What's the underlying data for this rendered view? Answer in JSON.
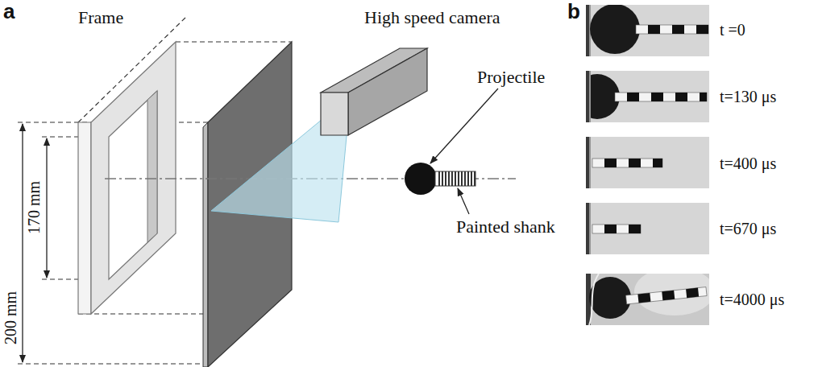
{
  "diagram": {
    "labels": [
      "a",
      "Frame",
      "High speed camera",
      "Projectile",
      "Painted shank",
      "170 mm",
      "200 mm",
      "b",
      "t =0",
      "t=130 μs",
      "t=400 μs",
      "t=670 μs",
      "t=4000 μs"
    ]
  }
}
